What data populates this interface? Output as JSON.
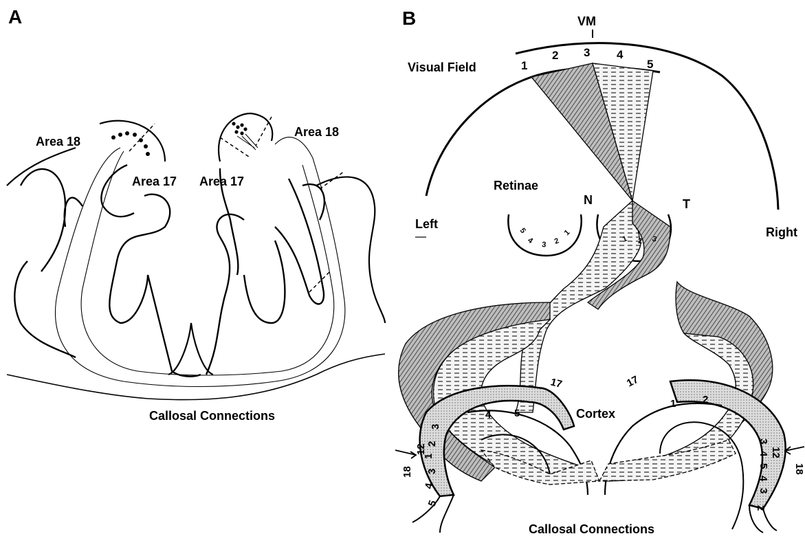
{
  "panel_a": {
    "panel_label": "A",
    "labels": {
      "area18_left": "Area 18",
      "area18_right": "Area 18",
      "area17_left": "Area 17",
      "area17_right": "Area 17",
      "caption": "Callosal Connections"
    }
  },
  "panel_b": {
    "panel_label": "B",
    "labels": {
      "vm": "VM",
      "visual_field": "Visual Field",
      "retinae": "Retinae",
      "nasal": "N",
      "temporal": "T",
      "left": "Left",
      "right": "Right",
      "cortex": "Cortex",
      "area17_left": "17",
      "area17_right": "17",
      "area18_left": "18",
      "area18_right": "18",
      "caption": "Callosal Connections"
    },
    "field_numbers": [
      "1",
      "2",
      "3",
      "4",
      "5"
    ],
    "left_retina_numbers": [
      "5",
      "4",
      "3",
      "2",
      "1"
    ],
    "right_retina_numbers": [
      "1",
      "2",
      "3"
    ],
    "left_cortex_band": [
      "1",
      "2",
      "3",
      "4",
      "5"
    ],
    "left_cortex_edge": [
      "4",
      "5"
    ],
    "left_cortex_inner": [
      "12",
      "3"
    ],
    "right_cortex_band": [
      "3",
      "4",
      "5",
      "4",
      "3",
      "2"
    ],
    "right_cortex_inner": [
      "12"
    ],
    "right_cortex_top": [
      "1",
      "2"
    ]
  },
  "colors": {
    "ink": "#000000",
    "hatch": "#555555",
    "dotfill": "#d6d6d6"
  }
}
